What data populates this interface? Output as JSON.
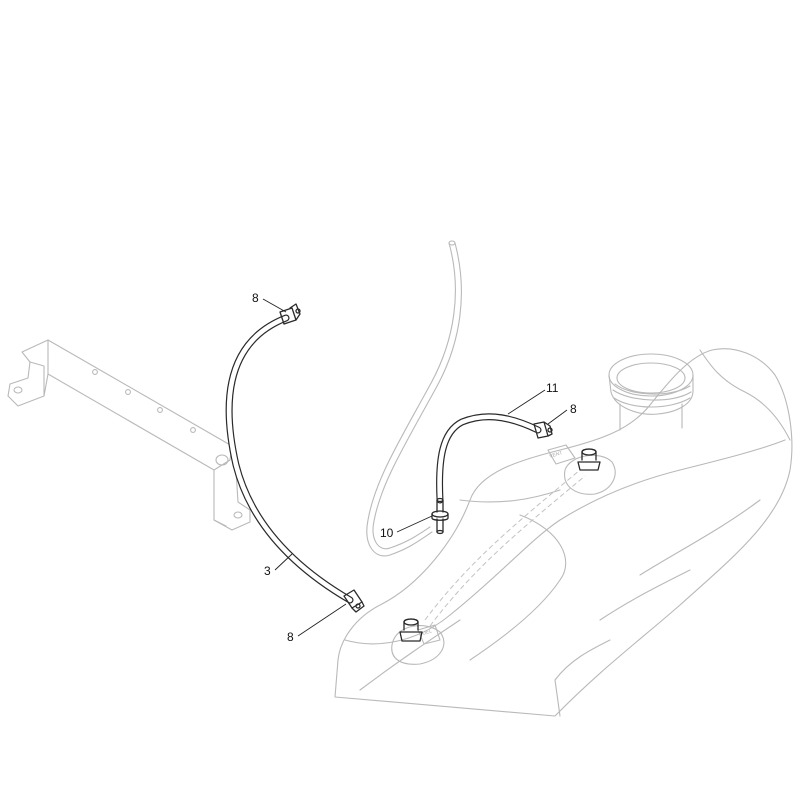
{
  "callouts": [
    {
      "id": "c-8-top",
      "text": "8"
    },
    {
      "id": "c-11",
      "text": "11"
    },
    {
      "id": "c-8-right",
      "text": "8"
    },
    {
      "id": "c-10",
      "text": "10"
    },
    {
      "id": "c-3",
      "text": "3"
    },
    {
      "id": "c-8-bottom",
      "text": "8"
    }
  ],
  "colors": {
    "ink": "#2a2a2a",
    "ghost": "#b9b9b9",
    "background": "#ffffff"
  }
}
